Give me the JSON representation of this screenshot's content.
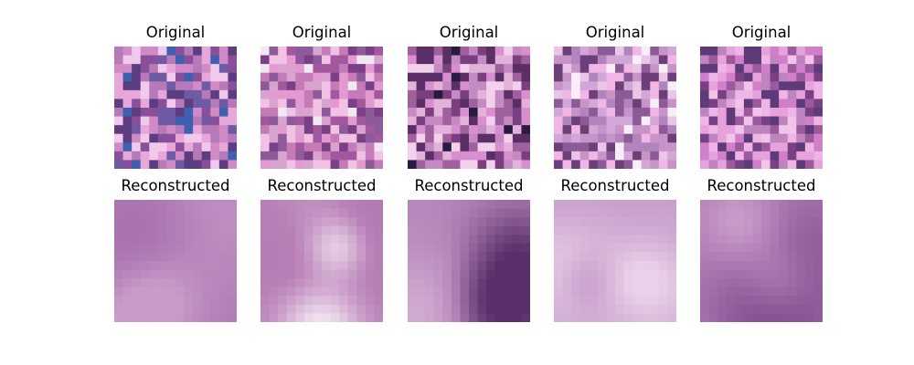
{
  "figure": {
    "rows": [
      {
        "label": "Original",
        "kind": "original",
        "panels": [
          {
            "title": "Original",
            "palette": [
              "#8a4f9a",
              "#b77ab8",
              "#e7a7d8",
              "#5c3d82",
              "#f0c9ec",
              "#6f5aa6",
              "#d08bc7"
            ],
            "accent": "#3f5fb0"
          },
          {
            "title": "Original",
            "palette": [
              "#a1589e",
              "#c57bb8",
              "#e39ad0",
              "#7b3f85",
              "#d9a3cf",
              "#f2c2e4",
              "#8d5a9a"
            ],
            "accent": "#f1e8f2"
          },
          {
            "title": "Original",
            "palette": [
              "#a0609e",
              "#c48bc2",
              "#e3b2da",
              "#7a3f7f",
              "#d88fcf",
              "#f3d1ec",
              "#5b2f66"
            ],
            "accent": "#2b1a40"
          },
          {
            "title": "Original",
            "palette": [
              "#b184be",
              "#d2a6d6",
              "#e9c5e8",
              "#8c5a97",
              "#f2b6e6",
              "#6d3f79",
              "#c894c8"
            ],
            "accent": "#f7eef7"
          },
          {
            "title": "Original",
            "palette": [
              "#9a5a9c",
              "#be84bd",
              "#e6a2da",
              "#774184",
              "#d27fcb",
              "#5f3a78",
              "#efb5e6"
            ],
            "accent": "#f3c3ea"
          }
        ]
      },
      {
        "label": "Reconstructed",
        "kind": "reconstructed",
        "panels": [
          {
            "title": "Reconstructed",
            "base": "#b07ab6",
            "light": "#c99bc9",
            "dark": "#9a5ea2"
          },
          {
            "title": "Reconstructed",
            "base": "#b980b8",
            "light": "#f3e6f1",
            "dark": "#a05f9e"
          },
          {
            "title": "Reconstructed",
            "base": "#b787bb",
            "light": "#dfbfdc",
            "dark": "#5a2e6a"
          },
          {
            "title": "Reconstructed",
            "base": "#c59ac8",
            "light": "#ead2e9",
            "dark": "#a56aa6"
          },
          {
            "title": "Reconstructed",
            "base": "#b27cb6",
            "light": "#d8b2d6",
            "dark": "#7a4588"
          }
        ]
      }
    ]
  }
}
